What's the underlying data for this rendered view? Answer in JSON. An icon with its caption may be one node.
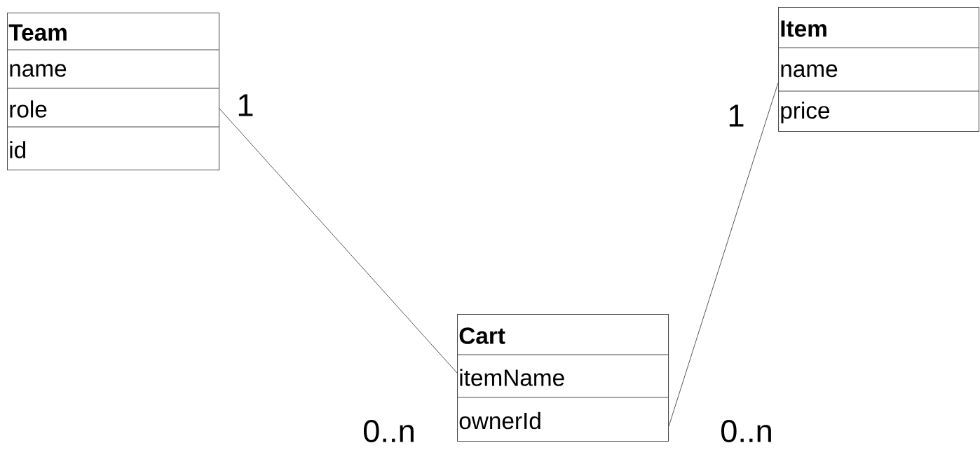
{
  "diagram": {
    "nodes": [
      {
        "text": [
          "Team",
          "name",
          "role",
          "id"
        ]
      },
      {
        "text": [
          "Item",
          "name",
          "price"
        ]
      },
      {
        "text": [
          "Cart",
          "itemName",
          "ownerId"
        ]
      }
    ],
    "edges": [
      {
        "from": 0,
        "to": 2,
        "arrow": "none"
      },
      {
        "from": 2,
        "to": 1,
        "arrow": "none"
      }
    ],
    "labels": [
      "1",
      "1",
      "0..n",
      "0..n"
    ]
  }
}
